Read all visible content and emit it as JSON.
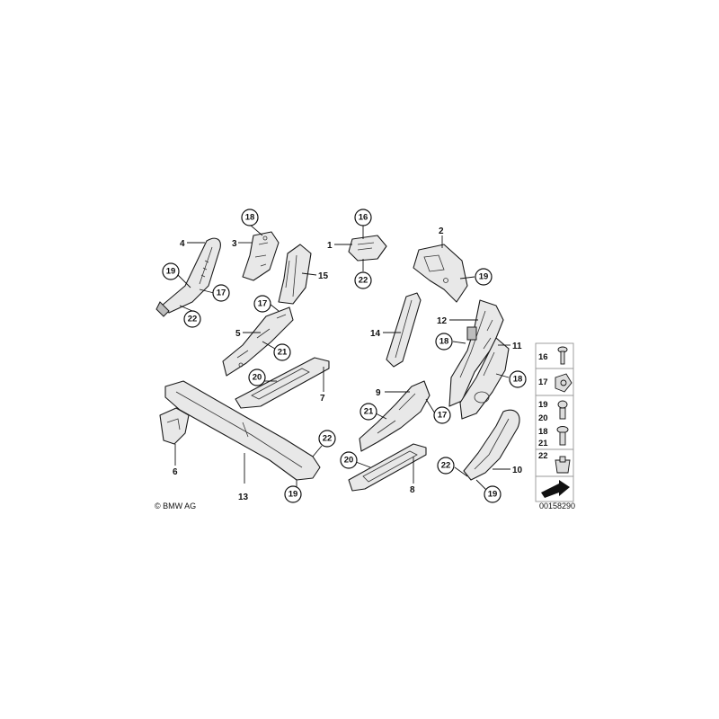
{
  "callouts": {
    "c18a": "18",
    "c16": "16",
    "c2": "2",
    "c19a": "19",
    "c22a": "22",
    "c19b": "19",
    "c17a": "17",
    "c22b": "22",
    "c17b": "17",
    "c21a": "21",
    "c20a": "20",
    "c18b": "18",
    "c18c": "18",
    "c17c": "17",
    "c21b": "21",
    "c22c": "22",
    "c20b": "20",
    "c22d": "22",
    "c19c": "19",
    "c19d": "19"
  },
  "labels": {
    "l1": "1",
    "l3": "3",
    "l4": "4",
    "l5": "5",
    "l6": "6",
    "l7": "7",
    "l8": "8",
    "l9": "9",
    "l10": "10",
    "l11": "11",
    "l12": "12",
    "l13": "13",
    "l14": "14",
    "l15": "15"
  },
  "legend": {
    "n16": "16",
    "n17": "17",
    "n19": "19",
    "n20": "20",
    "n18": "18",
    "n21": "21",
    "n22": "22"
  },
  "footer": {
    "copyright": "© BMW AG",
    "drawing_number": "00158290"
  }
}
